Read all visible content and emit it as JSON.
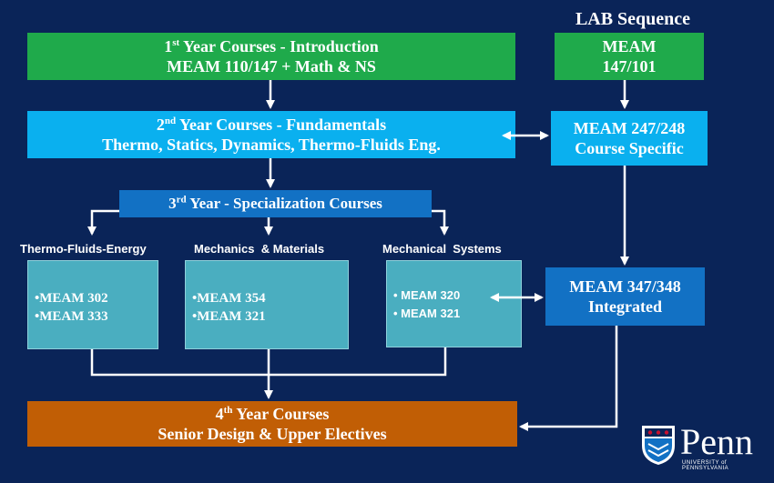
{
  "lab": {
    "title": "LAB Sequence",
    "box1": [
      "MEAM",
      "147/101"
    ],
    "box2": [
      "MEAM 247/248",
      "Course Specific"
    ],
    "box3": [
      "MEAM 347/348",
      "Integrated"
    ]
  },
  "year1": {
    "ord": "1",
    "sup": "st",
    "rest": " Year Courses - Introduction",
    "line2": "MEAM 110/147 + Math & NS"
  },
  "year2": {
    "ord": "2",
    "sup": "nd",
    "rest": " Year Courses - Fundamentals",
    "line2": "Thermo, Statics, Dynamics, Thermo-Fluids Eng."
  },
  "year3": {
    "ord": "3",
    "sup": "rd",
    "rest": " Year - Specialization Courses"
  },
  "year4": {
    "ord": "4",
    "sup": "th",
    "rest": " Year Courses",
    "line2": "Senior Design & Upper Electives"
  },
  "tracks": [
    {
      "name": "Thermo-Fluids-Energy",
      "courses": [
        "•MEAM 302",
        "•MEAM 333"
      ]
    },
    {
      "name": "Mechanics  & Materials",
      "courses": [
        "•MEAM 354",
        "•MEAM 321"
      ]
    },
    {
      "name": "Mechanical  Systems",
      "courses": [
        "• MEAM 320",
        "• MEAM 321"
      ]
    }
  ],
  "logo": {
    "word": "Penn",
    "sub": "UNIVERSITY of PENNSYLVANIA"
  },
  "colors": {
    "background": "#0a2458",
    "green": "#1faa4b",
    "sky": "#0ab0ef",
    "blue": "#1271c4",
    "teal": "#4aaec0",
    "orange": "#c15e05"
  }
}
